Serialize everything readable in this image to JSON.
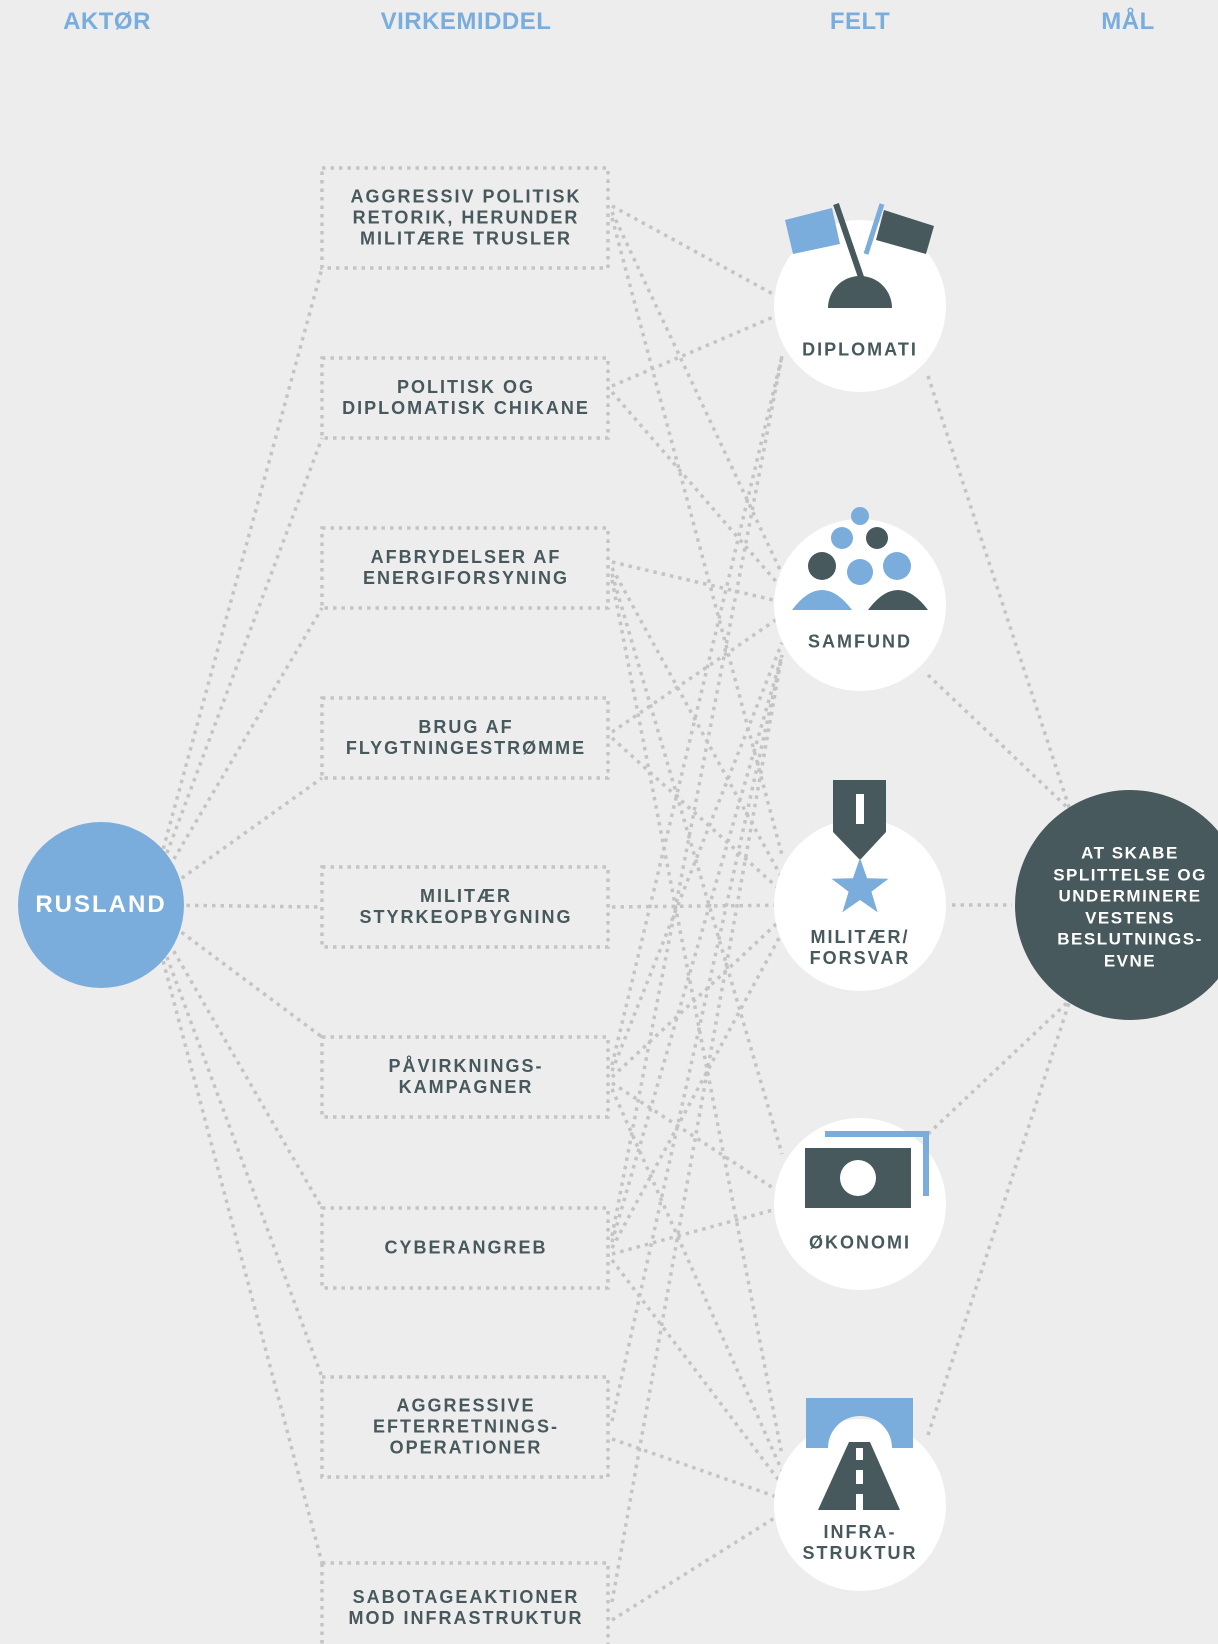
{
  "headers": {
    "actor": "AKTØR",
    "tool": "VIRKEMIDDEL",
    "field": "FELT",
    "goal": "MÅL"
  },
  "actor": {
    "label": "RUSLAND"
  },
  "tools": [
    {
      "label": "AGGRESSIV POLITISK\nRETORIK, HERUNDER\nMILITÆRE TRUSLER"
    },
    {
      "label": "POLITISK OG\nDIPLOMATISK CHIKANE"
    },
    {
      "label": "AFBRYDELSER AF\nENERGIFORSYNING"
    },
    {
      "label": "BRUG AF\nFLYGTNINGESTRØMME"
    },
    {
      "label": "MILITÆR\nSTYRKEOPBYGNING"
    },
    {
      "label": "PÅVIRKNINGS-\nKAMPAGNER"
    },
    {
      "label": "CYBERANGREB"
    },
    {
      "label": "AGGRESSIVE\nEFTERRETNINGS-\nOPERATIONER"
    },
    {
      "label": "SABOTAGEAKTIONER\nMOD INFRASTRUKTUR"
    }
  ],
  "fields": [
    {
      "label": "DIPLOMATI",
      "icon": "flags-icon"
    },
    {
      "label": "SAMFUND",
      "icon": "people-icon"
    },
    {
      "label": "MILITÆR/\nFORSVAR",
      "icon": "medal-icon"
    },
    {
      "label": "ØKONOMI",
      "icon": "banknote-icon"
    },
    {
      "label": "INFRA-\nSTRUKTUR",
      "icon": "road-bridge-icon"
    }
  ],
  "goal": {
    "label": "AT SKABE\nSPLITTELSE OG\nUNDERMINERE\nVESTENS\nBESLUTNINGS-\nEVNE"
  },
  "connections": [
    [
      0,
      0
    ],
    [
      0,
      1
    ],
    [
      0,
      2
    ],
    [
      1,
      0
    ],
    [
      1,
      1
    ],
    [
      2,
      1
    ],
    [
      2,
      2
    ],
    [
      2,
      3
    ],
    [
      2,
      4
    ],
    [
      3,
      1
    ],
    [
      3,
      2
    ],
    [
      4,
      2
    ],
    [
      5,
      0
    ],
    [
      5,
      1
    ],
    [
      5,
      2
    ],
    [
      5,
      3
    ],
    [
      5,
      4
    ],
    [
      6,
      0
    ],
    [
      6,
      1
    ],
    [
      6,
      2
    ],
    [
      6,
      3
    ],
    [
      6,
      4
    ],
    [
      7,
      1
    ],
    [
      7,
      4
    ],
    [
      8,
      1
    ],
    [
      8,
      4
    ]
  ],
  "colors": {
    "background": "#ededee",
    "accent_blue": "#7aaddc",
    "dark_slate": "#47595c",
    "dotted_line": "#c4c4c4",
    "field_circle": "#ffffff"
  }
}
